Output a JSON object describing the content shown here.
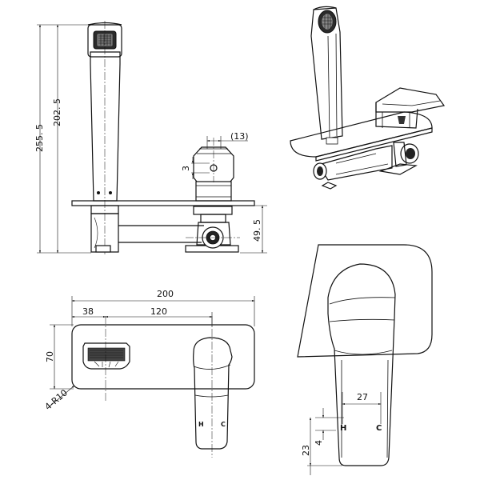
{
  "dimensions": {
    "overall_height": "255. 5",
    "spout_height": "202. 5",
    "nut_width": "(13)",
    "offset_3": "3",
    "inlet_height": "49. 5",
    "plate_width": "200",
    "left_offset": "38",
    "center_distance": "120",
    "plate_height": "70",
    "corner_radius": "4-R10",
    "handle_width": "27",
    "label_4": "4",
    "label_23": "23"
  },
  "labels": {
    "hot": "H",
    "cold": "C"
  }
}
